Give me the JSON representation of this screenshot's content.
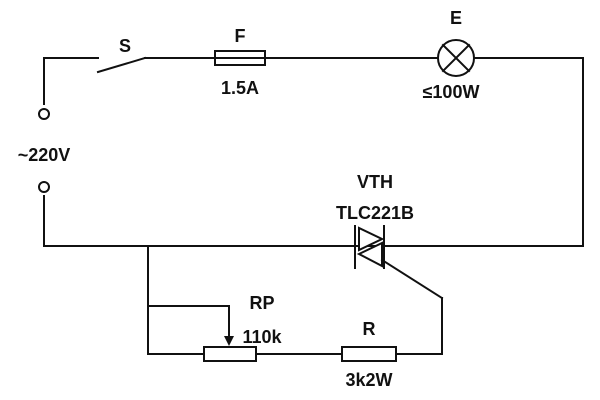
{
  "components": {
    "switch": {
      "designator": "S"
    },
    "fuse": {
      "designator": "F",
      "rating": "1.5A"
    },
    "lamp": {
      "designator": "E",
      "rating": "≤100W"
    },
    "supply": {
      "voltage": "~220V"
    },
    "triac": {
      "designator": "VTH",
      "part_number": "TLC221B"
    },
    "potentiometer": {
      "designator": "RP",
      "value": "110k"
    },
    "resistor": {
      "designator": "R",
      "value": "3k2W"
    }
  },
  "colors": {
    "ink": "#111111",
    "background": "#ffffff"
  }
}
